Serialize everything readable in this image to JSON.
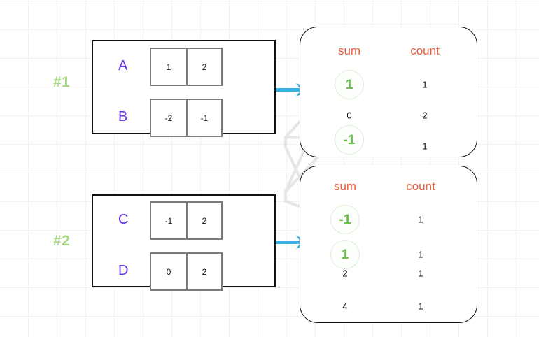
{
  "colors": {
    "group_tag": "#a5da82",
    "row_label": "#6633ee",
    "header": "#e8603c",
    "highlight": "#6abf4b",
    "arrow": "#33b2e5",
    "link_line": "#e6e6e6",
    "panel_border": "#121212",
    "cell_border": "#7b7b7b",
    "grid": "#f1f1f1"
  },
  "groups": [
    {
      "tag": "#1"
    },
    {
      "tag": "#2"
    }
  ],
  "source_panels": [
    {
      "name": "group-1",
      "rows": [
        {
          "label": "A",
          "cells": [
            "1",
            "2"
          ]
        },
        {
          "label": "B",
          "cells": [
            "-2",
            "-1"
          ]
        }
      ]
    },
    {
      "name": "group-2",
      "rows": [
        {
          "label": "C",
          "cells": [
            "-1",
            "2"
          ]
        },
        {
          "label": "D",
          "cells": [
            "0",
            "2"
          ]
        }
      ]
    }
  ],
  "aggregate_panels": [
    {
      "name": "aggregate-1",
      "headers": {
        "sum": "sum",
        "count": "count"
      },
      "rows": [
        {
          "sum": "1",
          "count": "1",
          "highlight": true
        },
        {
          "sum": "0",
          "count": "2",
          "highlight": false
        },
        {
          "sum": "-1",
          "count": "1",
          "highlight": true
        }
      ]
    },
    {
      "name": "aggregate-2",
      "headers": {
        "sum": "sum",
        "count": "count"
      },
      "rows": [
        {
          "sum": "-1",
          "count": "1",
          "highlight": true
        },
        {
          "sum": "1",
          "count": "1",
          "highlight": true
        },
        {
          "sum": "2",
          "count": "1",
          "highlight": false
        },
        {
          "sum": "4",
          "count": "1",
          "highlight": false
        }
      ]
    }
  ],
  "arrows": [
    {
      "name": "arrow-group-1-to-aggregate-1"
    },
    {
      "name": "arrow-group-2-to-aggregate-2"
    }
  ],
  "links": [
    {
      "name": "link-sum-1-top-to-1-bottom"
    },
    {
      "name": "link-sum-minus1-top-to-minus1-bottom"
    }
  ]
}
